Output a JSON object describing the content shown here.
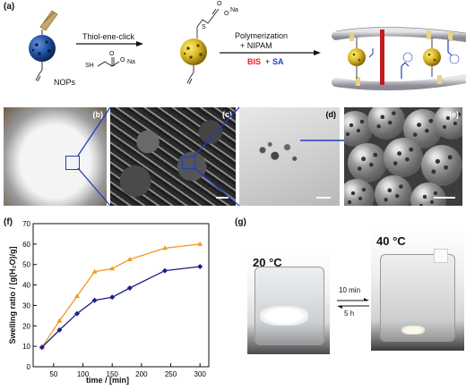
{
  "panels": {
    "a": "(a)",
    "b": "(b)",
    "c": "(c)",
    "d": "(d)",
    "e": "(e)",
    "f": "(f)",
    "g": "(g)"
  },
  "scheme": {
    "nops_label": "NOPs",
    "click_label": "Thiol-ene-click",
    "thiol_sh": "SH",
    "thiol_o": "O",
    "thiol_ominus": "O",
    "thiol_na": "Na",
    "product_s": "S",
    "product_o": "O",
    "product_ominus": "O",
    "product_na": "Na",
    "polymerization_label": "Polymerization",
    "nipam_label": "+ NIPAM",
    "bis_label": "BIS",
    "plus_label": "+",
    "sa_label": "SA"
  },
  "colors": {
    "bis": "#e31e24",
    "sa": "#1f3fbf",
    "series1": "#f39a1e",
    "series2": "#1b1f8a",
    "np_blue": "#1e4fa0",
    "np_gold": "#d4b21f"
  },
  "photo_g": {
    "left_temp": "20 °C",
    "right_temp": "40 °C",
    "forward_time": "10 min",
    "back_time": "5 h"
  },
  "chart_data": {
    "type": "line",
    "xlabel": "time / [min]",
    "ylabel": "Swelling ratio / [g(H₂O)/g]",
    "xlim": [
      15,
      315
    ],
    "ylim": [
      0,
      70
    ],
    "xticks": [
      50,
      100,
      150,
      200,
      250,
      300
    ],
    "yticks": [
      0,
      10,
      20,
      30,
      40,
      50,
      60,
      70
    ],
    "grid": false,
    "series": [
      {
        "color": "#f39a1e",
        "x": [
          30,
          60,
          90,
          120,
          150,
          180,
          240,
          300
        ],
        "y": [
          9.5,
          22.5,
          34.5,
          46.5,
          48,
          52.5,
          58,
          60
        ]
      },
      {
        "color": "#1b1f8a",
        "x": [
          30,
          60,
          90,
          120,
          150,
          180,
          240,
          300
        ],
        "y": [
          9.5,
          18,
          26,
          32.5,
          34,
          38.5,
          47,
          49
        ]
      }
    ]
  }
}
